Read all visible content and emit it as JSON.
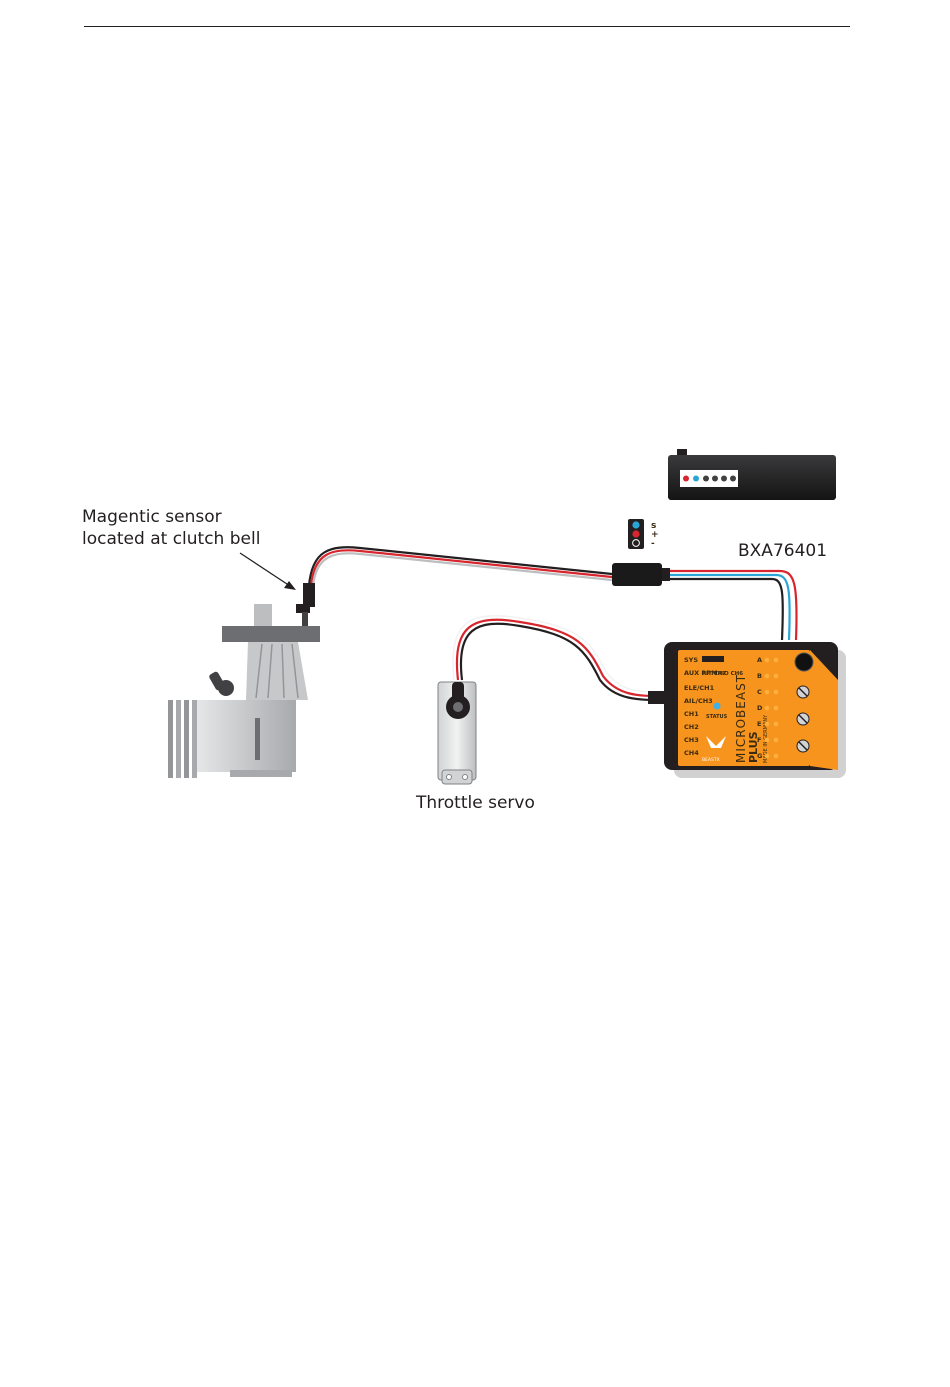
{
  "labels": {
    "sensor_line1": "Magentic sensor",
    "sensor_line2": "located at clutch bell",
    "part_number": "BXA76401",
    "throttle_servo": "Throttle servo"
  },
  "pin_legend": {
    "signal": "s",
    "plus": "+",
    "minus": "-"
  },
  "microbeast": {
    "brand": "MICROBEAST",
    "model": "PLUS",
    "made_in": "MADE IN GERMANY",
    "maker": "BEASTX",
    "status_label": "STATUS",
    "left_ports": [
      "SYS",
      "AUX RPM",
      "ELE/CH1",
      "AIL/CH3",
      "CH1",
      "CH2",
      "CH3",
      "CH4"
    ],
    "top_right_ports": [
      "PIT CH7",
      "TRIO CH6"
    ],
    "right_leds": [
      "A",
      "B",
      "C",
      "D",
      "E",
      "F",
      "G"
    ]
  },
  "colors": {
    "board_orange": "#f7941d",
    "wire_red": "#d7262e",
    "wire_blue": "#2aa6d6",
    "wire_black": "#231f20",
    "wire_white": "#f2f2f2",
    "status_led": "#3fb0e8"
  }
}
